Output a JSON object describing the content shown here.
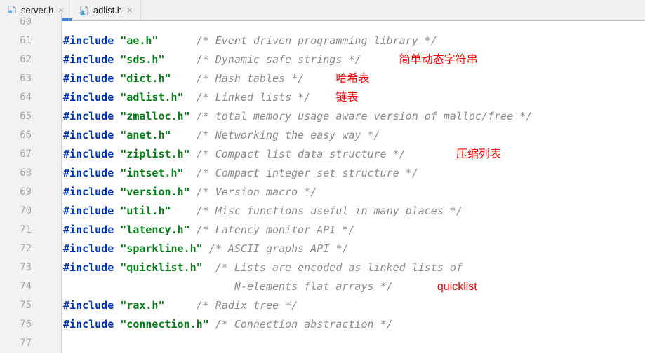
{
  "colors": {
    "accent": "#4083c9",
    "tabbar-bg": "#f0f0f0",
    "tabbar-border": "#c6c6c6",
    "gutter-bg": "#f2f2f2",
    "gutter-border": "#d5d5d5",
    "linenum": "#a8a8a8",
    "kw": "#0033b3",
    "str": "#067d17",
    "cmt": "#8c8c8c",
    "ann": "#fb0000"
  },
  "ui": {
    "close_glyph": "×"
  },
  "tabs": [
    {
      "label": "server.h",
      "active": true
    },
    {
      "label": "adlist.h",
      "active": false
    }
  ],
  "editor": {
    "lines": [
      {
        "num": "60",
        "segments": []
      },
      {
        "num": "61",
        "segments": [
          {
            "t": "#include",
            "c": "kw"
          },
          {
            "t": " ",
            "c": "pl"
          },
          {
            "t": "\"ae.h\"",
            "c": "str"
          },
          {
            "t": "      ",
            "c": "pl"
          },
          {
            "t": "/* Event driven programming library */",
            "c": "cmt"
          }
        ]
      },
      {
        "num": "62",
        "segments": [
          {
            "t": "#include",
            "c": "kw"
          },
          {
            "t": " ",
            "c": "pl"
          },
          {
            "t": "\"sds.h\"",
            "c": "str"
          },
          {
            "t": "     ",
            "c": "pl"
          },
          {
            "t": "/* Dynamic safe strings */",
            "c": "cmt"
          },
          {
            "t": "      ",
            "c": "pl"
          },
          {
            "t": "简单动态字符串",
            "c": "ann"
          }
        ]
      },
      {
        "num": "63",
        "segments": [
          {
            "t": "#include",
            "c": "kw"
          },
          {
            "t": " ",
            "c": "pl"
          },
          {
            "t": "\"dict.h\"",
            "c": "str"
          },
          {
            "t": "    ",
            "c": "pl"
          },
          {
            "t": "/* Hash tables */",
            "c": "cmt"
          },
          {
            "t": "     ",
            "c": "pl"
          },
          {
            "t": "哈希表",
            "c": "ann"
          }
        ]
      },
      {
        "num": "64",
        "segments": [
          {
            "t": "#include",
            "c": "kw"
          },
          {
            "t": " ",
            "c": "pl"
          },
          {
            "t": "\"adlist.h\"",
            "c": "str"
          },
          {
            "t": "  ",
            "c": "pl"
          },
          {
            "t": "/* Linked lists */",
            "c": "cmt"
          },
          {
            "t": "    ",
            "c": "pl"
          },
          {
            "t": "链表",
            "c": "ann"
          }
        ]
      },
      {
        "num": "65",
        "segments": [
          {
            "t": "#include",
            "c": "kw"
          },
          {
            "t": " ",
            "c": "pl"
          },
          {
            "t": "\"zmalloc.h\"",
            "c": "str"
          },
          {
            "t": " ",
            "c": "pl"
          },
          {
            "t": "/* total memory usage aware version of malloc/free */",
            "c": "cmt"
          }
        ]
      },
      {
        "num": "66",
        "segments": [
          {
            "t": "#include",
            "c": "kw"
          },
          {
            "t": " ",
            "c": "pl"
          },
          {
            "t": "\"anet.h\"",
            "c": "str"
          },
          {
            "t": "    ",
            "c": "pl"
          },
          {
            "t": "/* Networking the easy way */",
            "c": "cmt"
          }
        ]
      },
      {
        "num": "67",
        "segments": [
          {
            "t": "#include",
            "c": "kw"
          },
          {
            "t": " ",
            "c": "pl"
          },
          {
            "t": "\"ziplist.h\"",
            "c": "str"
          },
          {
            "t": " ",
            "c": "pl"
          },
          {
            "t": "/* Compact list data structure */",
            "c": "cmt"
          },
          {
            "t": "        ",
            "c": "pl"
          },
          {
            "t": "压缩列表",
            "c": "ann"
          }
        ]
      },
      {
        "num": "68",
        "segments": [
          {
            "t": "#include",
            "c": "kw"
          },
          {
            "t": " ",
            "c": "pl"
          },
          {
            "t": "\"intset.h\"",
            "c": "str"
          },
          {
            "t": "  ",
            "c": "pl"
          },
          {
            "t": "/* Compact integer set structure */",
            "c": "cmt"
          }
        ]
      },
      {
        "num": "69",
        "segments": [
          {
            "t": "#include",
            "c": "kw"
          },
          {
            "t": " ",
            "c": "pl"
          },
          {
            "t": "\"version.h\"",
            "c": "str"
          },
          {
            "t": " ",
            "c": "pl"
          },
          {
            "t": "/* Version macro */",
            "c": "cmt"
          }
        ]
      },
      {
        "num": "70",
        "segments": [
          {
            "t": "#include",
            "c": "kw"
          },
          {
            "t": " ",
            "c": "pl"
          },
          {
            "t": "\"util.h\"",
            "c": "str"
          },
          {
            "t": "    ",
            "c": "pl"
          },
          {
            "t": "/* Misc functions useful in many places */",
            "c": "cmt"
          }
        ]
      },
      {
        "num": "71",
        "segments": [
          {
            "t": "#include",
            "c": "kw"
          },
          {
            "t": " ",
            "c": "pl"
          },
          {
            "t": "\"latency.h\"",
            "c": "str"
          },
          {
            "t": " ",
            "c": "pl"
          },
          {
            "t": "/* Latency monitor API */",
            "c": "cmt"
          }
        ]
      },
      {
        "num": "72",
        "segments": [
          {
            "t": "#include",
            "c": "kw"
          },
          {
            "t": " ",
            "c": "pl"
          },
          {
            "t": "\"sparkline.h\"",
            "c": "str"
          },
          {
            "t": " ",
            "c": "pl"
          },
          {
            "t": "/* ASCII graphs API */",
            "c": "cmt"
          }
        ]
      },
      {
        "num": "73",
        "segments": [
          {
            "t": "#include",
            "c": "kw"
          },
          {
            "t": " ",
            "c": "pl"
          },
          {
            "t": "\"quicklist.h\"",
            "c": "str"
          },
          {
            "t": "  ",
            "c": "pl"
          },
          {
            "t": "/* Lists are encoded as linked lists of",
            "c": "cmt"
          }
        ]
      },
      {
        "num": "74",
        "segments": [
          {
            "t": "                           ",
            "c": "pl"
          },
          {
            "t": "N-elements flat arrays */",
            "c": "cmt"
          },
          {
            "t": "       ",
            "c": "pl"
          },
          {
            "t": "quicklist",
            "c": "ann"
          }
        ]
      },
      {
        "num": "75",
        "segments": [
          {
            "t": "#include",
            "c": "kw"
          },
          {
            "t": " ",
            "c": "pl"
          },
          {
            "t": "\"rax.h\"",
            "c": "str"
          },
          {
            "t": "     ",
            "c": "pl"
          },
          {
            "t": "/* Radix tree */",
            "c": "cmt"
          }
        ]
      },
      {
        "num": "76",
        "segments": [
          {
            "t": "#include",
            "c": "kw"
          },
          {
            "t": " ",
            "c": "pl"
          },
          {
            "t": "\"connection.h\"",
            "c": "str"
          },
          {
            "t": " ",
            "c": "pl"
          },
          {
            "t": "/* Connection abstraction */",
            "c": "cmt"
          }
        ]
      },
      {
        "num": "77",
        "segments": []
      }
    ]
  }
}
